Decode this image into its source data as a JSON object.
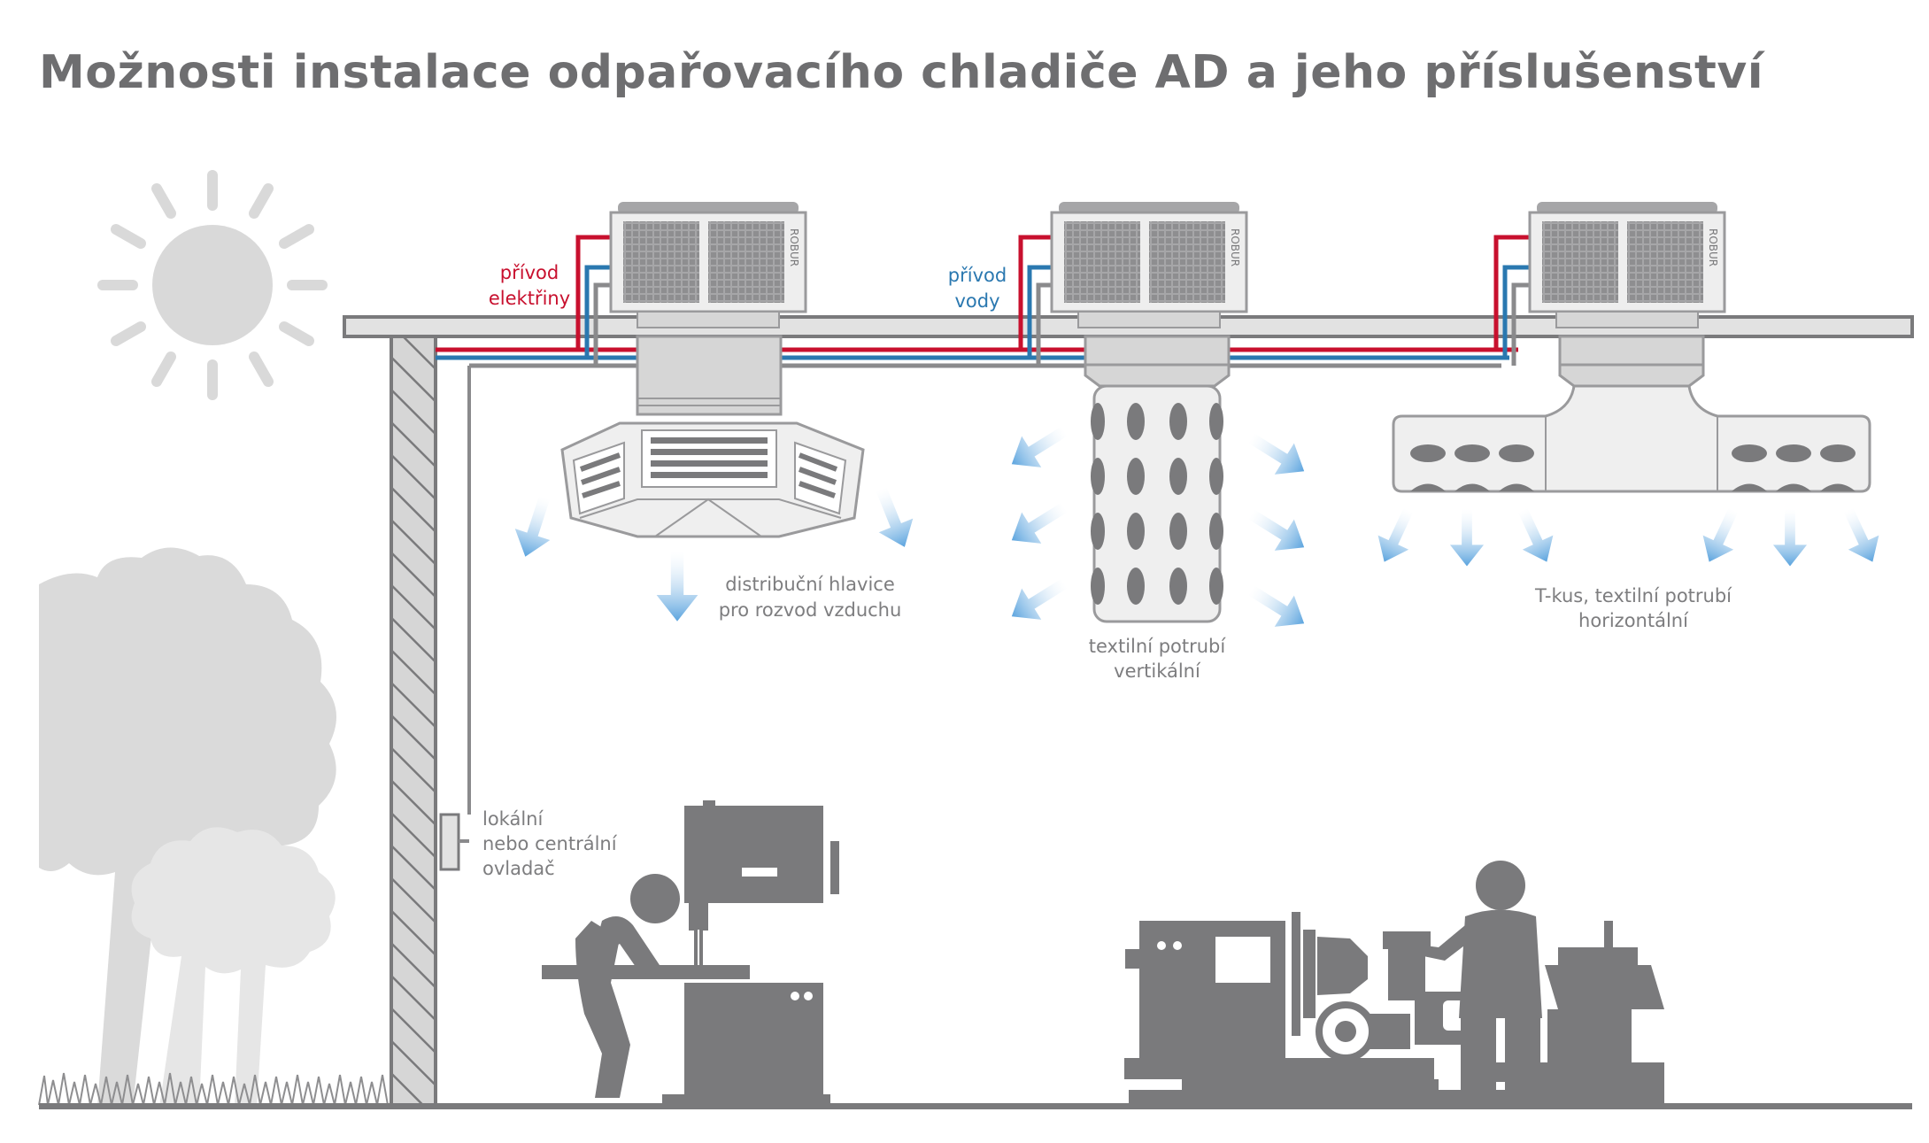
{
  "title": "Možnosti instalace odpařovacího chladiče AD a jeho příslušenství",
  "brand": "ROBUR",
  "colors": {
    "electric": "#c8102e",
    "water": "#2a78b0",
    "grey_pipe": "#8a8a8c",
    "machine": "#7a7a7c",
    "light_grey": "#d9d9d9",
    "air": "#5aa3de"
  },
  "labels": {
    "electric": [
      "přívod",
      "elektřiny"
    ],
    "water": [
      "přívod",
      "vody"
    ],
    "head": [
      "distribuční hlavice",
      "pro rozvod vzduchu"
    ],
    "vertical": [
      "textilní potrubí",
      "vertikální"
    ],
    "horizontal": [
      "T-kus, textilní potrubí",
      "horizontální"
    ],
    "controller": [
      "lokální",
      "nebo centrální",
      "ovladač"
    ]
  },
  "icons": [
    "sun-icon",
    "tree-icon",
    "cooler-unit-icon",
    "bandsaw-icon",
    "lathe-icon",
    "worker-icon",
    "airflow-arrow-icon"
  ]
}
